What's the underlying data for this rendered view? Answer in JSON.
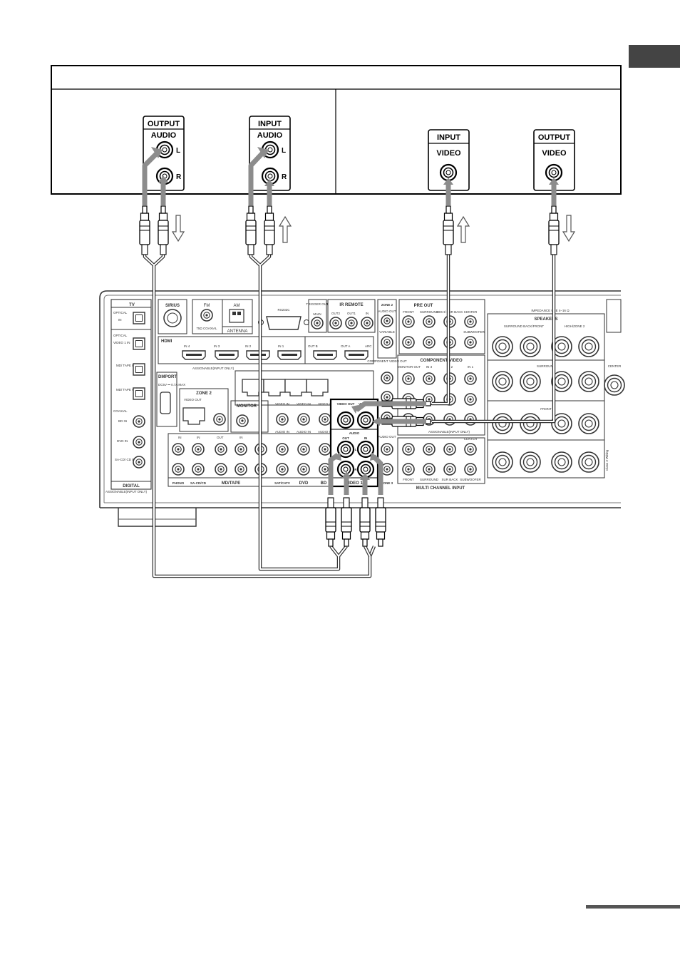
{
  "top_box": {
    "device1_output": {
      "header": "OUTPUT",
      "subheader": "AUDIO",
      "left": "L",
      "right": "R"
    },
    "device1_input": {
      "header": "INPUT",
      "subheader": "AUDIO",
      "left": "L",
      "right": "R"
    },
    "device2_input": {
      "header": "INPUT",
      "subheader": "VIDEO"
    },
    "device2_output": {
      "header": "OUTPUT",
      "subheader": "VIDEO"
    }
  },
  "receiver": {
    "sections": {
      "tv": "TV",
      "sirius": "SIRIUS",
      "fm": "FM",
      "fm_sub": "75Ω COAXIAL",
      "am": "AM",
      "antenna": "ANTENNA",
      "rs232c": "RS232C",
      "trigger_out": "TRIGGER OUT",
      "trigger_main": "MAIN",
      "ir_remote": "IR REMOTE",
      "ir_out2": "OUT2",
      "ir_out1": "OUT1",
      "ir_in": "IN",
      "zone2_top": "ZONE 2",
      "audio_out": "AUDIO OUT",
      "variable": "VARIABLE",
      "pre_out": "PRE OUT",
      "front": "FRONT",
      "surround": "SURROUND",
      "high_back": "HIGH/ SUR BACK",
      "center": "CENTER",
      "subwoofer": "SUBWOOFER",
      "speakers": "SPEAKERS",
      "impedance": "IMPEDANCE USE 4–16 Ω",
      "surround_back_front": "SURROUND BACK/FRONT",
      "high_zone2": "HIGH/ZONE 2",
      "surround_spk": "SURROUND",
      "centre_spk": "CENTER",
      "front_spk": "FRONT",
      "hdmi": "HDMI",
      "hdmi_in4": "IN 4",
      "hdmi_in3": "IN 3",
      "hdmi_in2": "IN 2",
      "hdmi_in1": "IN 1",
      "hdmi_outb": "OUT B",
      "hdmi_outa": "OUT A",
      "hdmi_arc": "ARC",
      "assignable_input_only": "ASSIGNABLE(INPUT ONLY)",
      "component_video": "COMPONENT VIDEO",
      "component_video_out": "COMPONENT VIDEO OUT",
      "monitor_out": "MONITOR OUT",
      "comp_in3": "IN 3",
      "comp_in2": "IN 2",
      "comp_in1": "IN 1",
      "dmport": "DMPORT",
      "dmport_power": "DC5V ⎓ 0.7A MAX",
      "zone2": "ZONE 2",
      "zone2_video_out": "VIDEO OUT",
      "monitor": "MONITOR",
      "optical": "OPTICAL",
      "optical_tv_in": "IN",
      "optical_video1_in": "VIDEO 1 IN",
      "optical_md_tape_in": "MD/ TAPE IN",
      "optical_md_tape_out": "MD/ TAPE OUT",
      "coaxial": "COAXIAL",
      "bd_in": "BD IN",
      "dvd_in": "DVD IN",
      "sacd_cd_in": "SA-CD/ CD IN",
      "digital": "DIGITAL",
      "assignable_input_only_digital": "ASSIGNABLE(INPUT ONLY)",
      "phono": "PHONO",
      "sacd_cd": "SA-CD/CD",
      "md_tape": "MD/TAPE",
      "sat_catv": "SAT/CATV",
      "dvd": "DVD",
      "bd": "BD",
      "video_in": "VIDEO IN",
      "audio_in": "AUDIO IN",
      "video1": "VIDEO 1",
      "video1_video_out": "VIDEO OUT",
      "video1_video_in": "VIDEO IN",
      "video1_audio": "AUDIO",
      "video1_out": "OUT",
      "video1_in": "IN",
      "zone3": "ZONE 3",
      "multi_channel_input": "MULTI CHANNEL INPUT",
      "mci_front": "FRONT",
      "mci_surround": "SURROUND",
      "mci_sur_back": "SUR BACK",
      "mci_center": "CENTER",
      "mci_subwoofer": "SUBWOOFER",
      "in": "IN",
      "out": "OUT",
      "l": "L",
      "r": "R",
      "plus": "+",
      "minus": "–",
      "class2_wiring": "Class 2 Wiring"
    }
  },
  "colors": {
    "arrow_gray": "#8c8c8c",
    "cable": "#555555",
    "outline": "#222222"
  }
}
